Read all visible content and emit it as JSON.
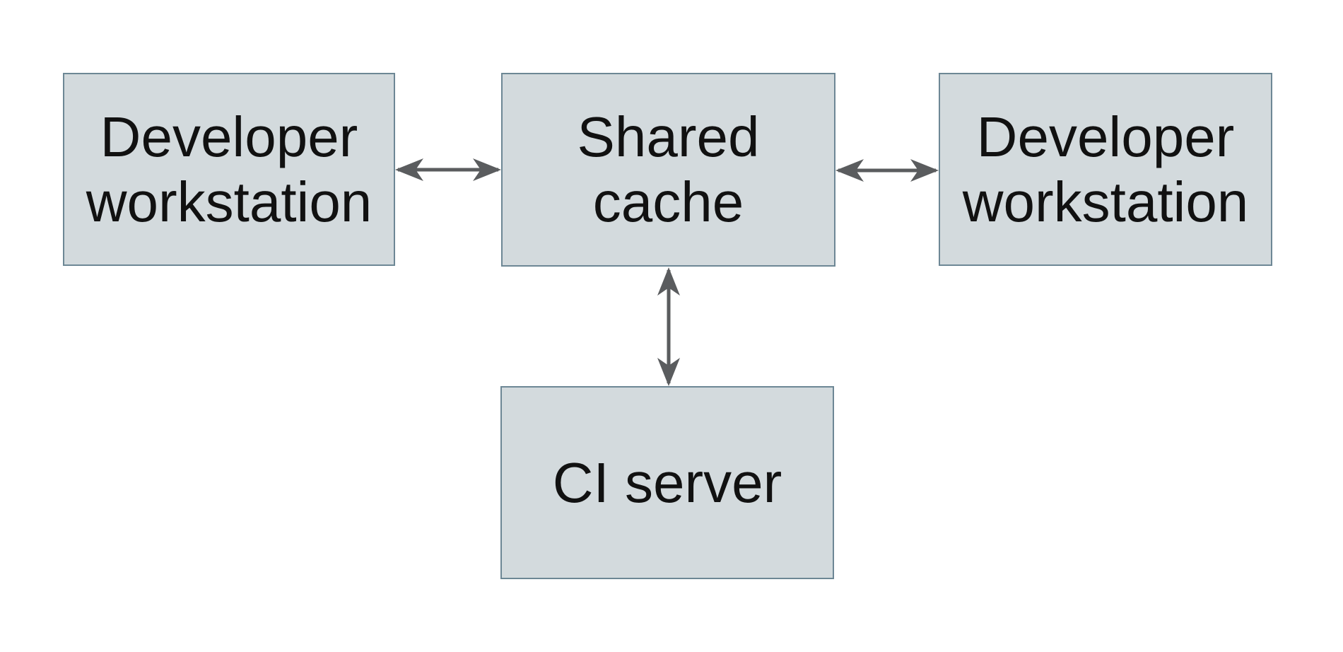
{
  "colors": {
    "background": "#ffffff",
    "node_fill": "#d3dadd",
    "node_border": "#6d8795",
    "node_text": "#111111",
    "arrow": "#5a5c5e"
  },
  "diagram": {
    "nodes": [
      {
        "id": "developer-workstation-left",
        "lines": [
          "Developer",
          "workstation"
        ]
      },
      {
        "id": "shared-cache",
        "lines": [
          "Shared",
          "cache"
        ]
      },
      {
        "id": "developer-workstation-right",
        "lines": [
          "Developer",
          "workstation"
        ]
      },
      {
        "id": "ci-server",
        "lines": [
          "CI server"
        ]
      }
    ],
    "edges": [
      {
        "from": "developer-workstation-left",
        "to": "shared-cache",
        "direction": "bidirectional"
      },
      {
        "from": "shared-cache",
        "to": "developer-workstation-right",
        "direction": "bidirectional"
      },
      {
        "from": "shared-cache",
        "to": "ci-server",
        "direction": "bidirectional"
      }
    ]
  }
}
